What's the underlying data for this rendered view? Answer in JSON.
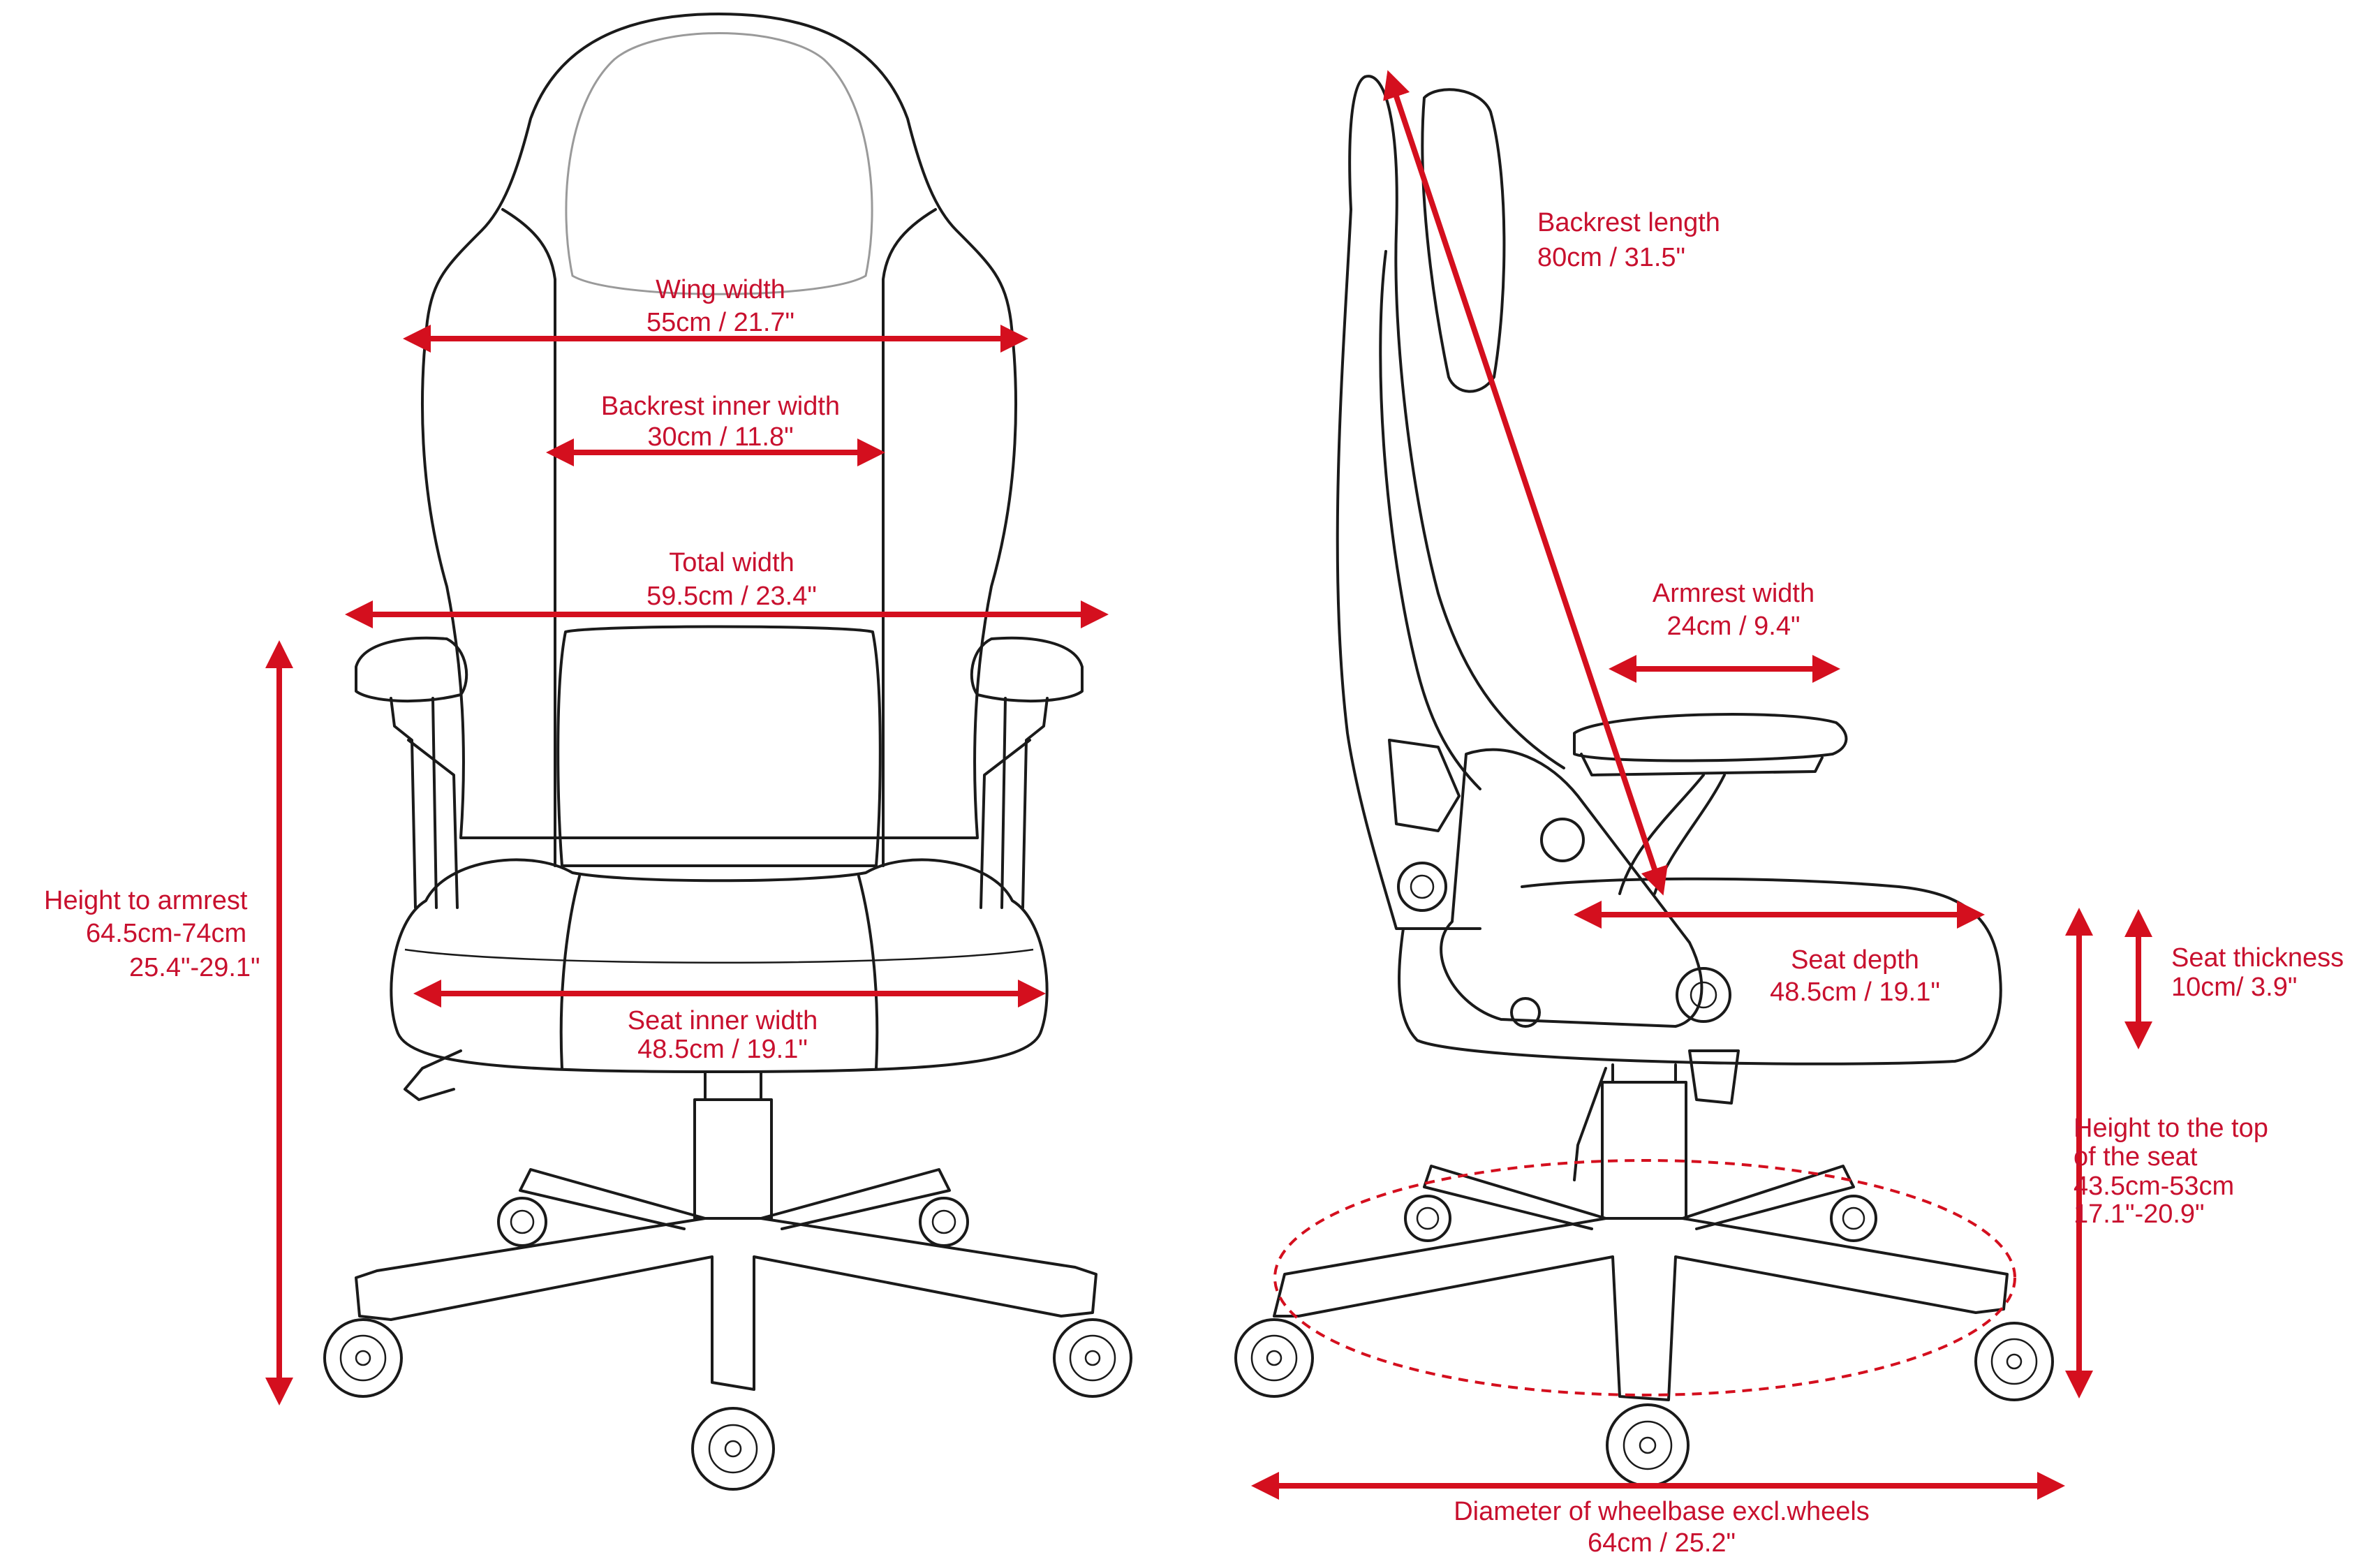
{
  "colors": {
    "dimension": "#d40f1e",
    "label": "#c8102e",
    "line_art": "#1a1a1a"
  },
  "front": {
    "wing_width": {
      "name": "Wing width",
      "value": "55cm / 21.7\""
    },
    "backrest_inner_width": {
      "name": "Backrest inner width",
      "value": "30cm  / 11.8\""
    },
    "total_width": {
      "name": "Total width",
      "value": "59.5cm / 23.4\""
    },
    "height_to_armrest": {
      "name": "Height to armrest",
      "value_cm": "64.5cm-74cm",
      "value_in": "25.4\"-29.1\""
    },
    "seat_inner_width": {
      "name": "Seat inner width",
      "value": "48.5cm / 19.1\""
    }
  },
  "side": {
    "backrest_length": {
      "name": "Backrest length",
      "value": "80cm  / 31.5\""
    },
    "armrest_width": {
      "name": "Armrest width",
      "value": "24cm / 9.4\""
    },
    "seat_depth": {
      "name": "Seat depth",
      "value": "48.5cm / 19.1\""
    },
    "seat_thickness": {
      "name": "Seat thickness",
      "value": "10cm/ 3.9\""
    },
    "height_to_seat": {
      "line1": "Height to the top",
      "line2": "of the seat",
      "value_cm": "43.5cm-53cm",
      "value_in": "17.1\"-20.9\""
    },
    "wheelbase_diameter": {
      "name": "Diameter of wheelbase excl.wheels",
      "value": "64cm / 25.2\""
    }
  }
}
